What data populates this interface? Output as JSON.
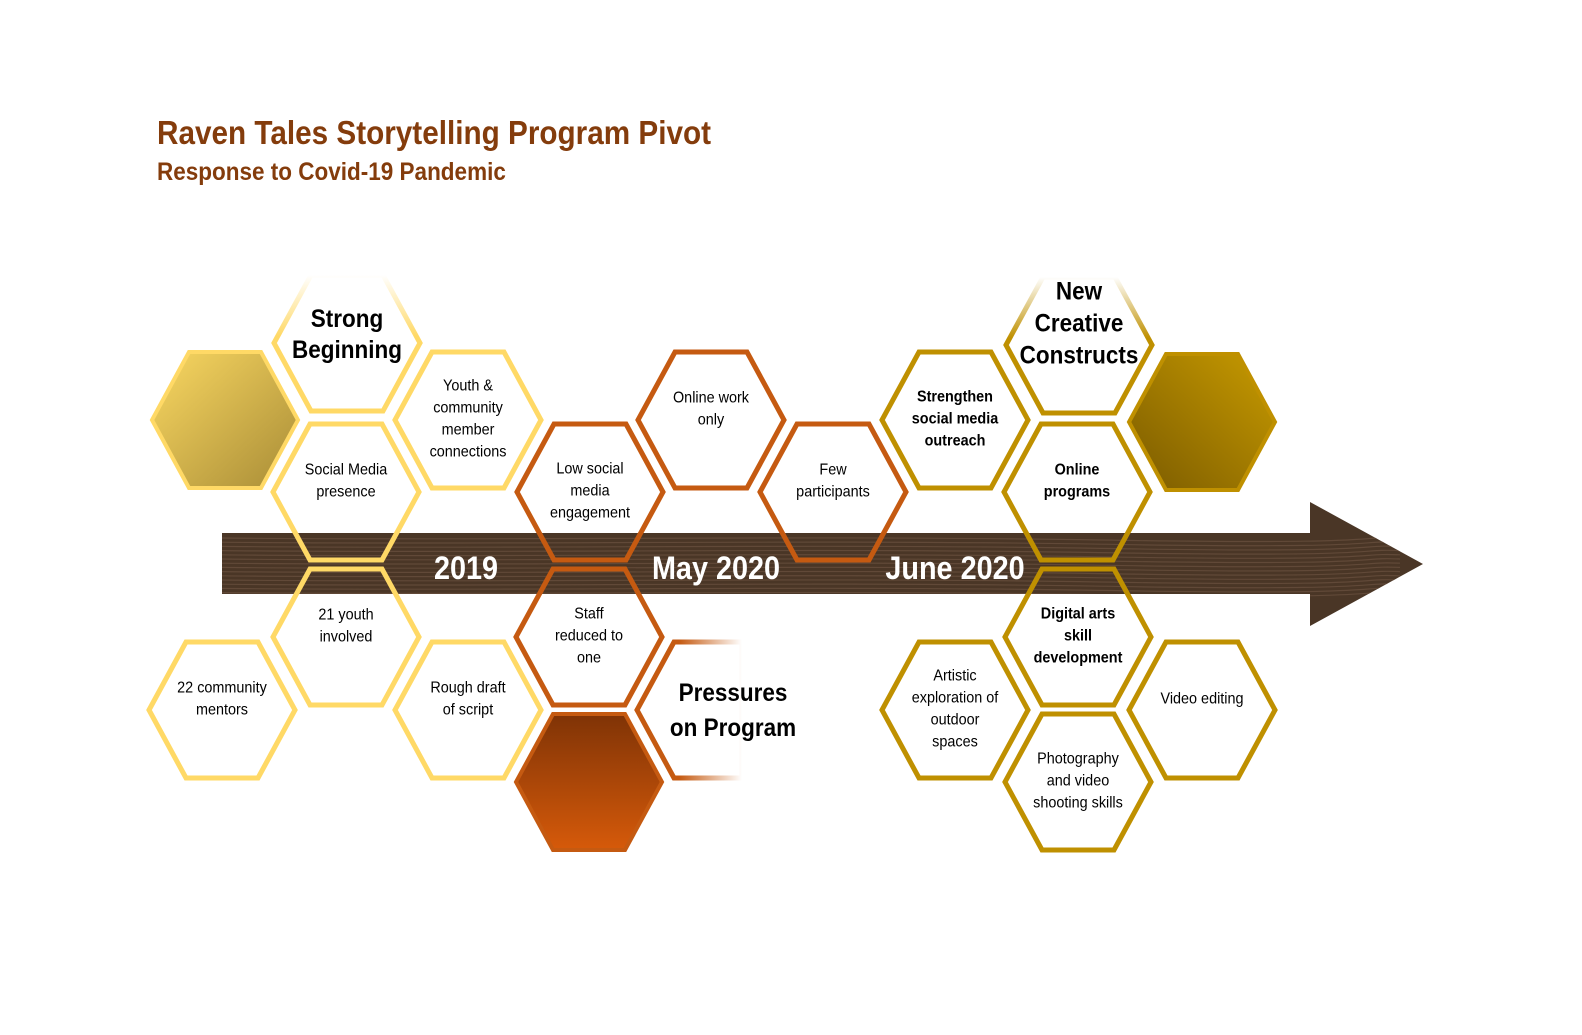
{
  "title": "Raven Tales Storytelling Program Pivot",
  "subtitle": "Response to Covid-19 Pandemic",
  "colors": {
    "yellow": "#FFD966",
    "orange": "#C55A11",
    "gold": "#BF9000",
    "arrow": "#4A3626"
  },
  "timeline": [
    "2019",
    "May 2020",
    "June 2020"
  ],
  "groups": [
    {
      "name": "strong-beginning",
      "color": "yellow",
      "header": [
        "Strong",
        "Beginning"
      ],
      "cells": [
        [
          "Social Media",
          "presence"
        ],
        [
          "Youth &",
          "community",
          "member",
          "connections"
        ],
        [
          "21 youth",
          "involved"
        ],
        [
          "22 community",
          "mentors"
        ],
        [
          "Rough draft",
          "of script"
        ]
      ]
    },
    {
      "name": "pressures-on-program",
      "color": "orange",
      "header": [
        "Pressures",
        "on Program"
      ],
      "cells": [
        [
          "Low social",
          "media",
          "engagement"
        ],
        [
          "Online work",
          "only"
        ],
        [
          "Few",
          "participants"
        ],
        [
          "Staff",
          "reduced to",
          "one"
        ]
      ]
    },
    {
      "name": "new-creative-constructs",
      "color": "gold",
      "header": [
        "New",
        "Creative",
        "Constructs"
      ],
      "cells": [
        [
          "Strengthen",
          "social media",
          "outreach"
        ],
        [
          "Online",
          "programs"
        ],
        [
          "Digital arts",
          "skill",
          "development"
        ],
        [
          "Artistic",
          "exploration of",
          "outdoor",
          "spaces"
        ],
        [
          "Photography",
          "and video",
          "shooting skills"
        ],
        [
          "Video editing"
        ]
      ]
    }
  ]
}
